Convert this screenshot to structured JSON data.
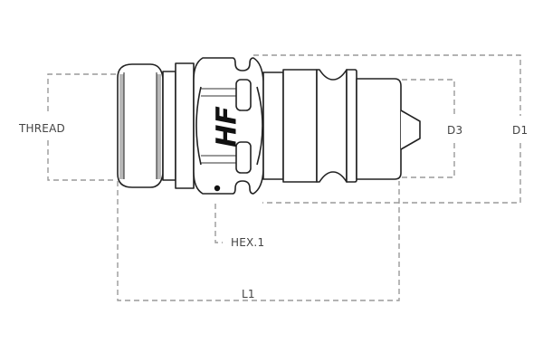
{
  "diagram": {
    "subject": "Hydraulic quick coupling male plug (technical drawing)",
    "logo_text": "HF",
    "colors": {
      "outline": "#222222",
      "dimension_lines": "#9a9a9a",
      "labels": "#444444",
      "shading": "#b8b8b8",
      "background": "#ffffff"
    },
    "dimensions": {
      "thread": "THREAD",
      "d3": "D3",
      "d1": "D1",
      "hex": "HEX.1",
      "l1": "L1"
    }
  }
}
